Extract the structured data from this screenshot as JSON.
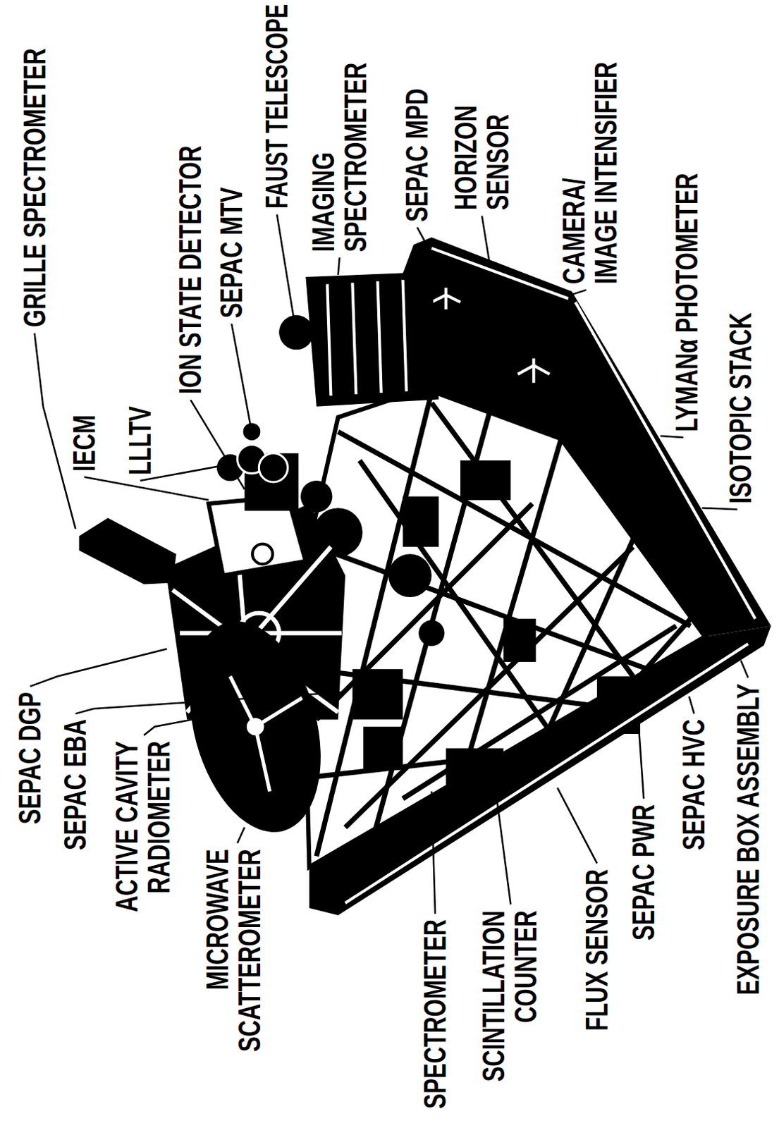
{
  "diagram": {
    "labels": [
      "GRILLE SPECTROMETER",
      "IECM",
      "LLLTV",
      "ION STATE DETECTOR",
      "SEPAC MTV",
      "FAUST TELESCOPE",
      "IMAGING SPECTROMETER",
      "SEPAC MPD",
      "HORIZON SENSOR",
      "CAMERA/ IMAGE INTENSIFIER",
      "LYMANα PHOTOMETER",
      "ISOTOPIC STACK",
      "SEPAC DGP",
      "SEPAC EBA",
      "ACTIVE CAVITY RADIOMETER",
      "MICROWAVE SCATTEROMETER",
      "SPECTROMETER",
      "SCINTILLATION COUNTER",
      "FLUX SENSOR",
      "SEPAC PWR",
      "SEPAC HVC",
      "EXPOSURE BOX ASSEMBLY"
    ]
  }
}
